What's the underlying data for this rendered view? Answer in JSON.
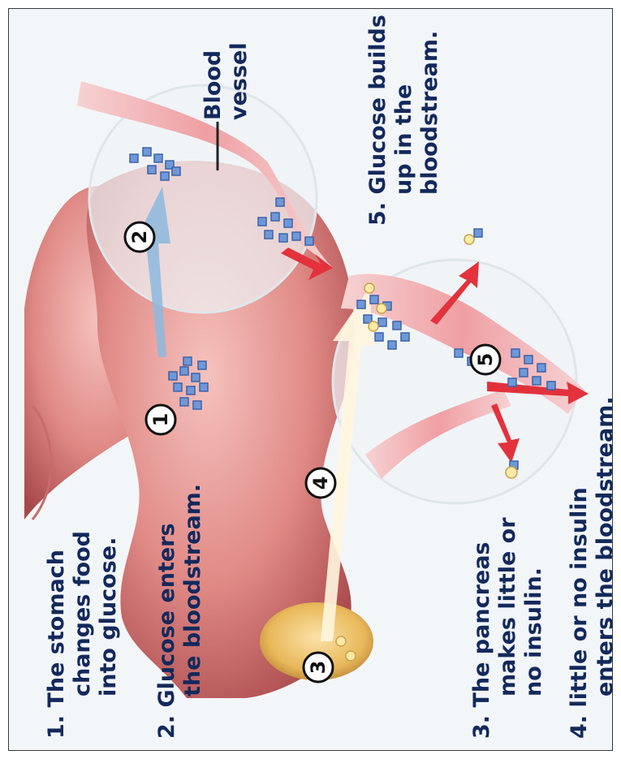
{
  "steps": [
    {
      "number": "1.",
      "line1": "The stomach",
      "line2": "changes food",
      "line3": "into glucose."
    },
    {
      "number": "2.",
      "line1": "Glucose enters",
      "line2": "the bloodstream."
    },
    {
      "number": "3.",
      "line1": "The pancreas",
      "line2": "makes little or",
      "line3": "no insulin."
    },
    {
      "number": "4.",
      "line1": "little or no insulin",
      "line2": "enters the bloodstream."
    },
    {
      "number": "5.",
      "line1": "Glucose builds",
      "line2": "up in the",
      "line3": "bloodstream."
    }
  ],
  "markers": [
    "1",
    "2",
    "3",
    "4",
    "5"
  ],
  "labels": {
    "blood_vessel_1": "Blood",
    "blood_vessel_2": "vessel"
  },
  "colors": {
    "caption": "#13295c",
    "glucose": "#6f98d8",
    "arrow_red": "#e3323c",
    "stomach": "#e08a86",
    "pancreas": "#e8b85a",
    "vessel": "#f2c2c4"
  }
}
